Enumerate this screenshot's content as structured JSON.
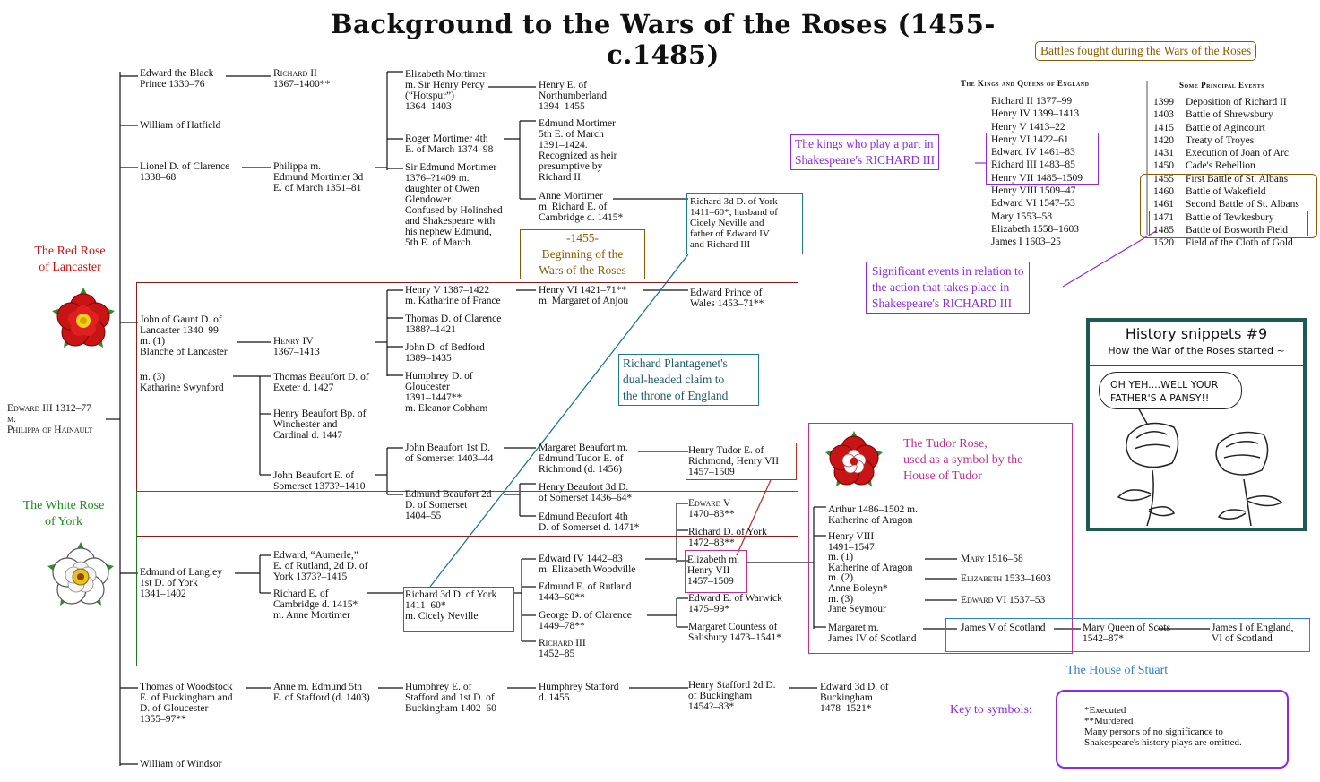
{
  "title": "Background to the Wars of the Roses (1455-c.1485)",
  "people": {
    "edward3": "Edward III 1312–77\nm.\nPhilippa of Hainault",
    "black_prince": "Edward the Black\nPrince 1330–76",
    "richard2": "Richard II\n1367–1400**",
    "hatfield": "William of Hatfield",
    "lionel": "Lionel D. of Clarence\n1338–68",
    "philippa": "Philippa m.\nEdmund Mortimer 3d\nE. of March 1351–81",
    "eliz_mortimer": "Elizabeth Mortimer\nm. Sir Henry Percy\n(“Hotspur”)\n1364–1403",
    "henry_northumberland": "Henry E. of\nNorthumberland\n1394–1455",
    "roger_mortimer": "Roger Mortimer 4th\nE. of March 1374–98",
    "sir_edmund_mortimer": "Sir Edmund Mortimer\n1376–?1409 m.\ndaughter of Owen\nGlendower.\nConfused by Holinshed\nand Shakespeare with\nhis nephew Edmund,\n5th E. of March.",
    "edmund_5th": "Edmund Mortimer\n5th E. of March\n1391–1424.\nRecognized as heir\npresumptive by\nRichard II.",
    "anne_mortimer": "Anne Mortimer\nm. Richard E. of\nCambridge d. 1415*",
    "richard_york_top": "Richard 3d D. of York\n1411–60*; husband of\nCicely Neville and\nfather of Edward IV\nand Richard III",
    "john_gaunt": "John of Gaunt D. of\nLancaster 1340–99\nm. (1)\nBlanche of Lancaster",
    "swynford": "m. (3)\nKatharine Swynford",
    "henry4": "Henry IV\n1367–1413",
    "henry5": "Henry V 1387–1422\nm. Katharine of France",
    "thomas_clarence": "Thomas D. of Clarence\n1388?–1421",
    "john_bedford": "John D. of Bedford\n1389–1435",
    "humphrey_gloucester": "Humphrey D. of\nGloucester\n1391–1447**\nm. Eleanor Cobham",
    "henry6": "Henry VI 1421–71**\nm. Margaret of Anjou",
    "edward_prince": "Edward Prince of\nWales 1453–71**",
    "thomas_beaufort": "Thomas Beaufort D. of\nExeter d. 1427",
    "henry_beaufort": "Henry Beaufort Bp. of\nWinchester and\nCardinal d. 1447",
    "john_beaufort_e": "John Beaufort E. of\nSomerset 1373?–1410",
    "john_beaufort_1d": "John Beaufort 1st D.\nof Somerset 1403–44",
    "edmund_beaufort_2d": "Edmund Beaufort 2d\nD. of Somerset\n1404–55",
    "margaret_beaufort": "Margaret Beaufort m.\nEdmund Tudor E. of\nRichmond (d. 1456)",
    "henry_beaufort_3d": "Henry Beaufort 3d D.\nof Somerset 1436–64*",
    "edmund_beaufort_4th": "Edmund Beaufort 4th\nD. of Somerset d. 1471*",
    "henry_tudor": "Henry Tudor E. of\nRichmond, Henry VII\n1457–1509",
    "edmund_langley": "Edmund of Langley\n1st D. of York\n1341–1402",
    "aumerle": "Edward, “Aumerle,”\nE. of Rutland, 2d D. of\nYork 1373?–1415",
    "richard_cambridge": "Richard E. of\nCambridge d. 1415*\nm. Anne Mortimer",
    "richard_york_mid": "Richard 3d D. of York\n1411–60*\nm. Cicely Neville",
    "edward4": "Edward IV 1442–83\nm. Elizabeth Woodville",
    "edmund_rutland": "Edmund E. of Rutland\n1443–60**",
    "george_clarence": "George D. of Clarence\n1449–78**",
    "richard3": "Richard III\n1452–85",
    "edward5": "Edward V\n1470–83**",
    "richard_york_prince": "Richard D. of York\n1472–83**",
    "elizabeth_york": "Elizabeth m.\nHenry VII\n1457–1509",
    "edward_warwick": "Edward E. of Warwick\n1475–99*",
    "margaret_salisbury": "Margaret Countess of\nSalisbury 1473–1541*",
    "arthur": "Arthur 1486–1502 m.\nKatherine of Aragon",
    "henry8": "Henry VIII\n1491–1547\nm. (1)\nKatherine of Aragon\nm. (2)\nAnne Boleyn*\nm. (3)\nJane Seymour",
    "mary1": "Mary 1516–58",
    "elizabeth1": "Elizabeth 1533–1603",
    "edward6": "Edward VI 1537–53",
    "margaret_tudor": "Margaret m.\nJames IV of Scotland",
    "james5": "James V of Scotland",
    "mary_scots": "Mary Queen of Scots\n1542–87*",
    "james1": "James I of England,\nVI of Scotland",
    "thomas_woodstock": "Thomas of Woodstock\nE. of Buckingham and\nD. of Gloucester\n1355–97**",
    "anne_stafford": "Anne m. Edmund 5th\nE. of Stafford (d. 1403)",
    "humphrey_stafford_e": "Humphrey E. of\nStafford and 1st D. of\nBuckingham 1402–60",
    "humphrey_stafford": "Humphrey Stafford\nd. 1455",
    "henry_stafford": "Henry Stafford 2d D.\nof Buckingham\n1454?–83*",
    "edward_buckingham": "Edward 3d D. of\nBuckingham\n1478–1521*",
    "windsor": "William of Windsor"
  },
  "labels": {
    "red_rose": "The Red Rose\nof Lancaster",
    "white_rose": "The White Rose\nof York",
    "beginning": "-1455-\nBeginning of the\nWars of the Roses",
    "dual_claim": "Richard Plantagenet's\ndual-headed claim to\nthe throne of England",
    "tudor_rose": "The Tudor Rose,\nused as a symbol by the\nHouse of Tudor",
    "stuart": "The House of Stuart",
    "battles": "Battles fought during the Wars of the Roses",
    "kings_part": "The kings who play a part in\nShakespeare's RICHARD III",
    "significant": "Significant events in relation to\nthe action that takes place in\nShakespeare's RICHARD III",
    "key": "Key to symbols:",
    "key_text": "*Executed\n**Murdered\nMany persons of no significance to\nShakespeare's history plays are omitted."
  },
  "kings": {
    "header": "The Kings and Queens of England",
    "items": [
      "Richard II 1377–99",
      "Henry IV 1399–1413",
      "Henry V 1413–22",
      "Henry VI 1422–61",
      "Edward IV 1461–83",
      "Richard III 1483–85",
      "Henry VII 1485–1509",
      "Henry VIII 1509–47",
      "Edward VI 1547–53",
      "Mary 1553–58",
      "Elizabeth 1558–1603",
      "James I 1603–25"
    ]
  },
  "events": {
    "header": "Some Principal Events",
    "items": [
      {
        "year": "1399",
        "name": "Deposition of Richard II"
      },
      {
        "year": "1403",
        "name": "Battle of Shrewsbury"
      },
      {
        "year": "1415",
        "name": "Battle of Agincourt"
      },
      {
        "year": "1420",
        "name": "Treaty of Troyes"
      },
      {
        "year": "1431",
        "name": "Execution of Joan of Arc"
      },
      {
        "year": "1450",
        "name": "Cade's Rebellion"
      },
      {
        "year": "1455",
        "name": "First Battle of St. Albans"
      },
      {
        "year": "1460",
        "name": "Battle of Wakefield"
      },
      {
        "year": "1461",
        "name": "Second Battle of St. Albans"
      },
      {
        "year": "1471",
        "name": "Battle of Tewkesbury"
      },
      {
        "year": "1485",
        "name": "Battle of Bosworth Field"
      },
      {
        "year": "1520",
        "name": "Field of the Cloth of Gold"
      }
    ]
  },
  "comic": {
    "title": "History snippets #9",
    "subtitle": "How the War of the Roses started ~",
    "speech": "OH YEH....WELL YOUR\nFATHER'S A PANSY!!"
  },
  "colors": {
    "lancaster": "#8b1a1a",
    "york": "#1e7a1e",
    "claim": "#1f7a8c",
    "tudor": "#c0308a",
    "battles": "#8a5a00",
    "kings": "#8a2be2",
    "stuart": "#2a7fd0",
    "red_text": "#cc1111",
    "green_text": "#1e8a1e"
  }
}
